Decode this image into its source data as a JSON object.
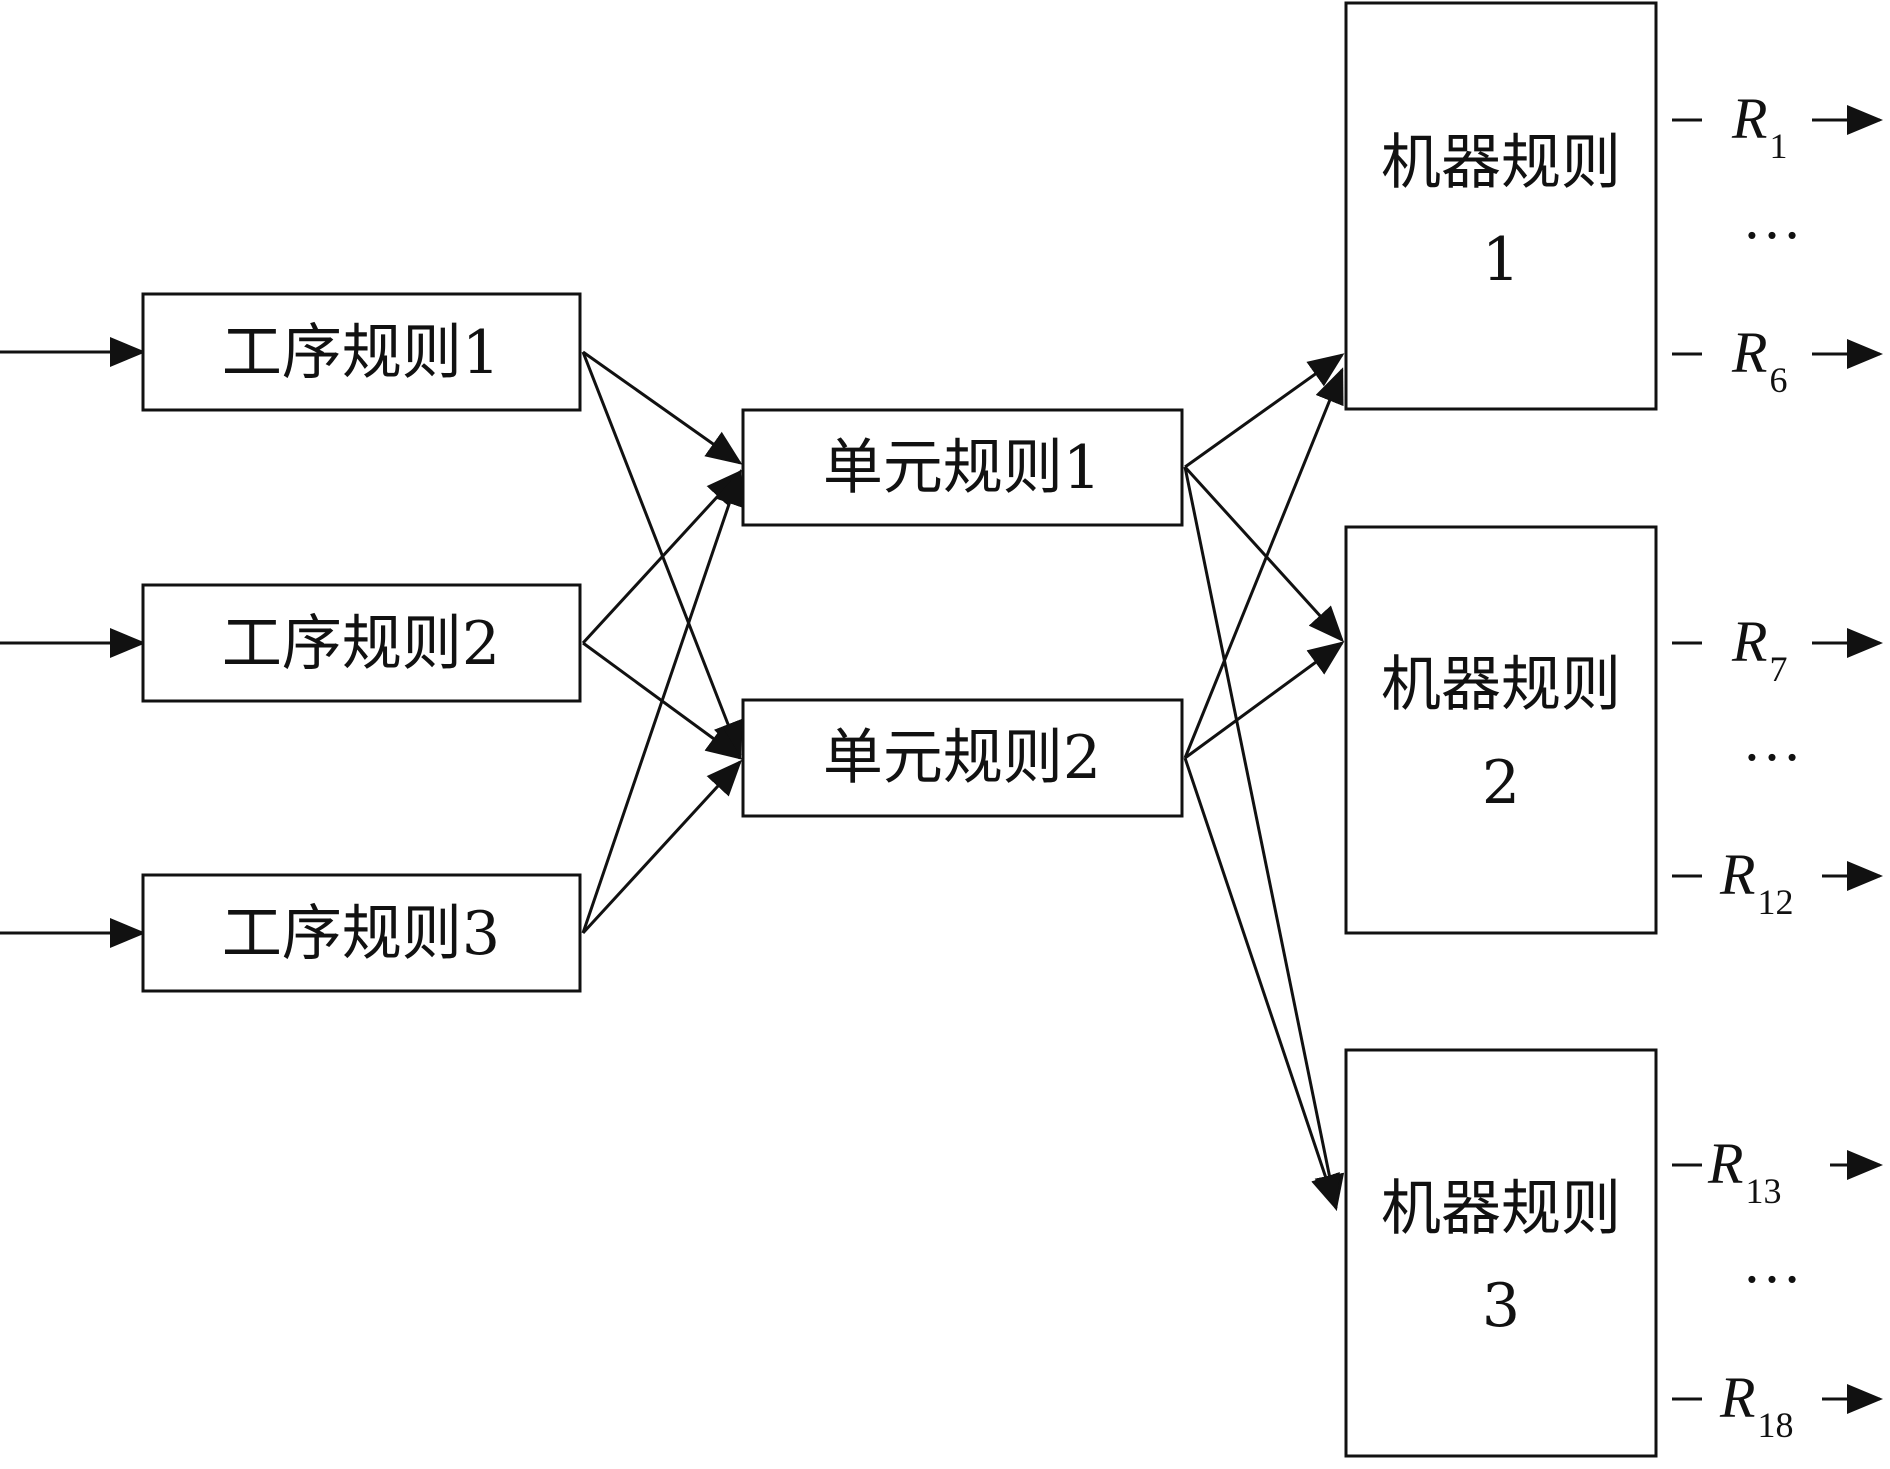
{
  "nodes": {
    "op1": {
      "label": "工序规则1"
    },
    "op2": {
      "label": "工序规则2"
    },
    "op3": {
      "label": "工序规则3"
    },
    "unit1": {
      "label": "单元规则1"
    },
    "unit2": {
      "label": "单元规则2"
    },
    "m1": {
      "line1": "机器规则",
      "line2": "1"
    },
    "m2": {
      "line1": "机器规则",
      "line2": "2"
    },
    "m3": {
      "line1": "机器规则",
      "line2": "3"
    }
  },
  "outputs": {
    "m1_first": {
      "letter": "R",
      "sub": "1"
    },
    "m1_last": {
      "letter": "R",
      "sub": "6"
    },
    "m2_first": {
      "letter": "R",
      "sub": "7"
    },
    "m2_last": {
      "letter": "R",
      "sub": "12"
    },
    "m3_first": {
      "letter": "R",
      "sub": "13"
    },
    "m3_last": {
      "letter": "R",
      "sub": "18"
    },
    "ellipsis": "…"
  },
  "edges": [
    {
      "from": "input",
      "to": "op1"
    },
    {
      "from": "input",
      "to": "op2"
    },
    {
      "from": "input",
      "to": "op3"
    },
    {
      "from": "op1",
      "to": "unit1"
    },
    {
      "from": "op1",
      "to": "unit2"
    },
    {
      "from": "op2",
      "to": "unit1"
    },
    {
      "from": "op2",
      "to": "unit2"
    },
    {
      "from": "op3",
      "to": "unit1"
    },
    {
      "from": "op3",
      "to": "unit2"
    },
    {
      "from": "unit1",
      "to": "m1"
    },
    {
      "from": "unit1",
      "to": "m2"
    },
    {
      "from": "unit1",
      "to": "m3"
    },
    {
      "from": "unit2",
      "to": "m1"
    },
    {
      "from": "unit2",
      "to": "m2"
    },
    {
      "from": "unit2",
      "to": "m3"
    }
  ]
}
